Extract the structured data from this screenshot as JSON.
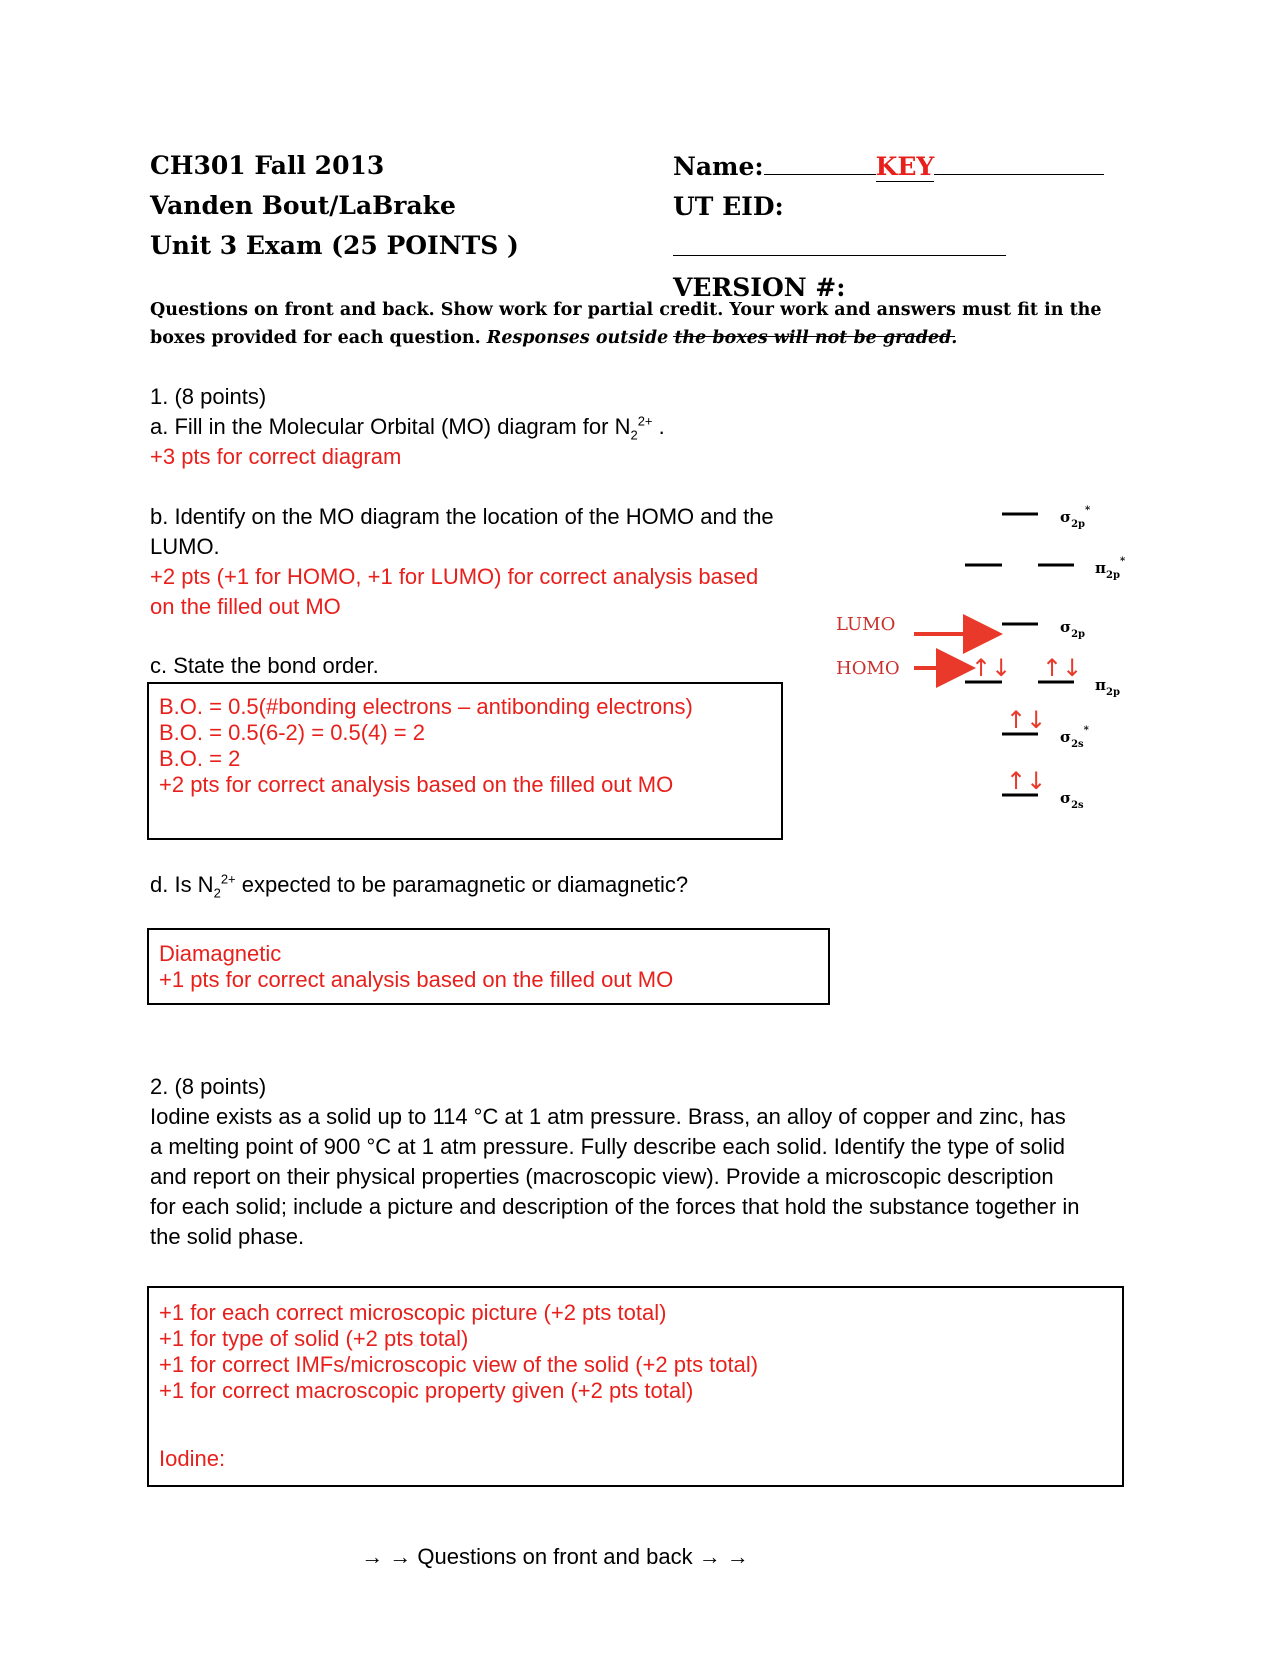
{
  "header": {
    "course": "CH301 Fall 2013",
    "instructors": "Vanden Bout/LaBrake",
    "exam": "Unit 3 Exam  (25 POINTS )",
    "name_label": "Name:",
    "name_value": "KEY",
    "eid_label": "UT EID:",
    "version_label": "VERSION #:"
  },
  "instructions": {
    "line1": "Questions on front and back. Show work for partial credit. Your work and answers must fit in the",
    "line2_a": "boxes provided for each question. ",
    "line2_b": "Responses outside the boxes will not be graded."
  },
  "q1": {
    "title": "1. (8 points)",
    "a_text": "a. Fill in the Molecular Orbital (MO) diagram for N",
    "a_sub": "2",
    "a_sup": "2+",
    "a_end": " .",
    "a_pts": "+3 pts for correct diagram",
    "b_line1": "b. Identify on the MO diagram the location of the HOMO and the",
    "b_line2": "LUMO.",
    "b_pts1": "+2 pts (+1 for HOMO, +1 for LUMO) for correct analysis based",
    "b_pts2": "on the filled out MO",
    "c_text": "c. State the bond order.",
    "c_box": [
      "B.O. = 0.5(#bonding electrons – antibonding electrons)",
      "B.O. = 0.5(6-2) = 0.5(4) = 2",
      "",
      "B.O. = 2",
      "+2 pts for correct analysis based on the filled out MO"
    ],
    "d_text_a": "d. Is N",
    "d_sub": "2",
    "d_sup": "2+",
    "d_text_b": " expected to be paramagnetic or diamagnetic?",
    "d_box": [
      "Diamagnetic",
      "+1 pts for correct analysis based on the filled out MO"
    ]
  },
  "mo_diagram": {
    "lumo_label": "LUMO",
    "homo_label": "HOMO",
    "arrow_color": "#e8392a",
    "orbitals": {
      "sigma2p_star": "σ",
      "pi2p_star": "π",
      "sigma2p": "σ",
      "pi2p": "π",
      "sigma2s_star": "σ",
      "sigma2s": "σ"
    },
    "sub_2p": "2p",
    "sub_2s": "2s",
    "star": "*",
    "electron_pair": "↑↓"
  },
  "q2": {
    "title": "2. (8 points)",
    "lines": [
      "Iodine exists as a solid up to 114 °C at 1 atm pressure.  Brass, an alloy of copper and zinc, has",
      "a melting point of 900 °C at 1 atm pressure. Fully describe each solid. Identify the type of solid",
      "and report on their physical properties (macroscopic view).  Provide a microscopic description",
      "for each solid; include a picture and description of the forces that hold the substance together in",
      "the solid phase."
    ],
    "box": [
      "+1 for each correct microscopic picture (+2 pts total)",
      "+1 for type of solid (+2 pts total)",
      "+1 for correct IMFs/microscopic view of the solid (+2 pts total)",
      "+1 for correct macroscopic property given (+2 pts total)"
    ],
    "iodine_label": "Iodine:"
  },
  "footer": "→ → Questions on front and back → →"
}
